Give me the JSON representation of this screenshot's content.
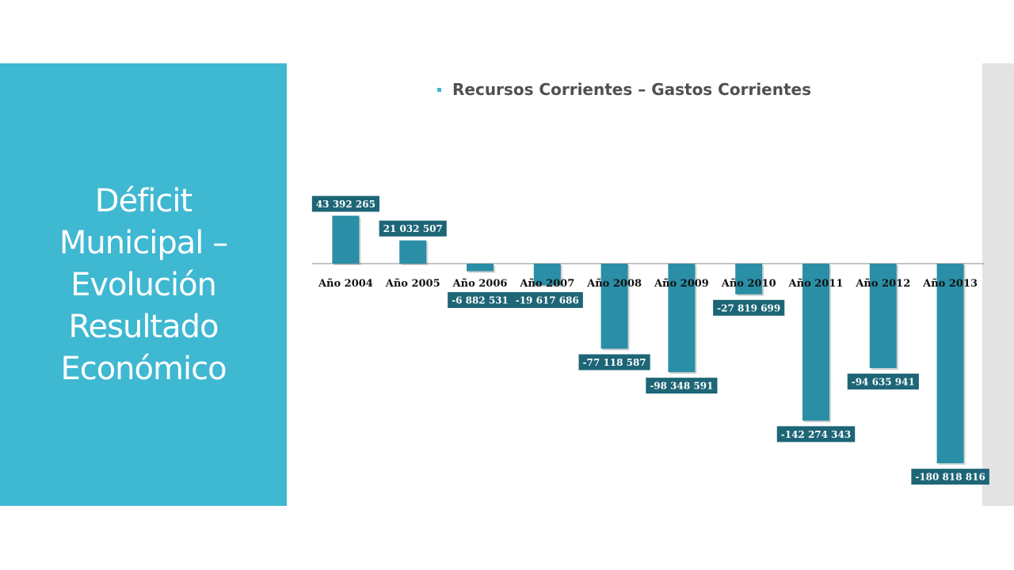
{
  "slide": {
    "title_lines": [
      "Déficit",
      "Municipal –",
      "Evolución",
      "Resultado",
      "Económico"
    ],
    "bullet_text": "Recursos Corrientes – Gastos Corrientes"
  },
  "colors": {
    "accent": "#3fb8d2",
    "bar": "#2a8ea6",
    "label_bg": "#1d6577",
    "side_panel": "#e3e3e3"
  },
  "chart_data": {
    "type": "bar",
    "categories": [
      "Año 2004",
      "Año 2005",
      "Año 2006",
      "Año 2007",
      "Año 2008",
      "Año 2009",
      "Año 2010",
      "Año 2011",
      "Año 2012",
      "Año 2013"
    ],
    "values": [
      43392265,
      21032507,
      -6882531,
      -19617686,
      -77118587,
      -98348591,
      -27819699,
      -142274343,
      -94635941,
      -180818816
    ],
    "data_labels": [
      "43 392 265",
      "21 032 507",
      "-6 882 531",
      "-19 617 686",
      "-77 118 587",
      "-98 348 591",
      "-27 819 699",
      "-142 274 343",
      "-94 635 941",
      "-180 818 816"
    ],
    "ylim": [
      -180818816,
      43392265
    ],
    "grid": false,
    "legend": "none"
  }
}
